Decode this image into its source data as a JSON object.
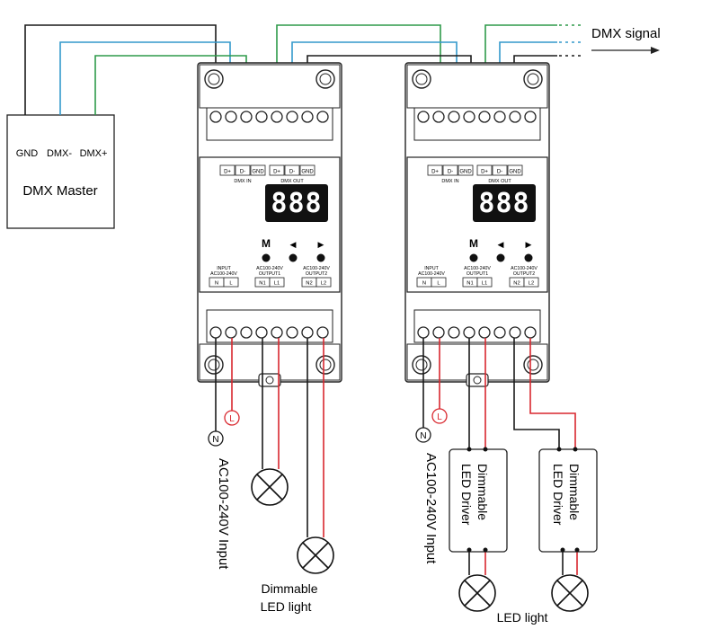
{
  "dmx_signal_label": "DMX signal",
  "master": {
    "title": "DMX Master",
    "pin_gnd": "GND",
    "pin_dmx_minus": "DMX-",
    "pin_dmx_plus": "DMX+"
  },
  "decoder": {
    "display_digits": "888",
    "terminal_dplus": "D+",
    "terminal_dminus": "D-",
    "terminal_gnd": "GND",
    "dmx_in": "DMX IN",
    "dmx_out": "DMX OUT",
    "btn_m": "M",
    "btn_left": "◀",
    "btn_right": "▶",
    "input_label_1": "INPUT",
    "input_label_2": "AC100-240V",
    "output1_label_1": "AC100-240V",
    "output1_label_2": "OUTPUT1",
    "output2_label_1": "AC100-240V",
    "output2_label_2": "OUTPUT2",
    "term_n": "N",
    "term_l": "L",
    "term_n1": "N1",
    "term_l1": "L1",
    "term_n2": "N2",
    "term_l2": "L2"
  },
  "wire_n": "N",
  "wire_l": "L",
  "ac_input_label": "AC100-240V Input",
  "dimmable_led_light": [
    "Dimmable",
    "LED light"
  ],
  "led_driver_label": [
    "Dimmable",
    "LED Driver"
  ],
  "led_light_label": "LED light",
  "colors": {
    "black_wire": "#1a1a1a",
    "blue_wire": "#3399cc",
    "green_wire": "#2e9a4a",
    "red_wire": "#d9272e",
    "device_stroke": "#222222"
  }
}
